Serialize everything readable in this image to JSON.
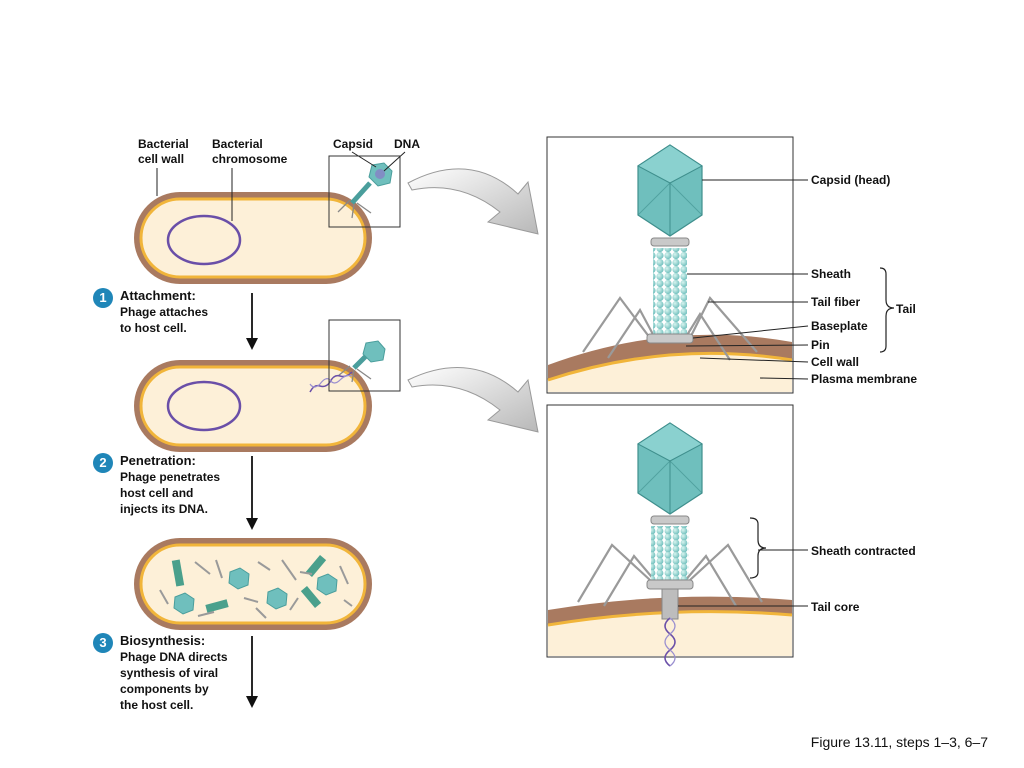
{
  "labels": {
    "bacterial_cell_wall": "Bacterial\ncell wall",
    "bacterial_chromosome": "Bacterial\nchromosome",
    "capsid": "Capsid",
    "dna": "DNA",
    "capsid_head": "Capsid (head)",
    "sheath": "Sheath",
    "tail_fiber": "Tail fiber",
    "tail": "Tail",
    "baseplate": "Baseplate",
    "pin": "Pin",
    "cell_wall": "Cell wall",
    "plasma_membrane": "Plasma membrane",
    "sheath_contracted": "Sheath contracted",
    "tail_core": "Tail core"
  },
  "steps": [
    {
      "number": "1",
      "title": "Attachment:",
      "description": "Phage attaches\nto host cell."
    },
    {
      "number": "2",
      "title": "Penetration:",
      "description": "Phage penetrates\nhost cell and\ninjects its DNA."
    },
    {
      "number": "3",
      "title": "Biosynthesis:",
      "description": "Phage DNA directs\nsynthesis of viral\ncomponents by\nthe host cell."
    }
  ],
  "caption": "Figure 13.11, steps 1–3, 6–7",
  "colors": {
    "capsid": "#6fbfbd",
    "capsid_dark": "#4a9e9c",
    "cell_wall": "#a97a60",
    "cell_inner": "#fdf0d8",
    "membrane": "#f1b53a",
    "chromosome": "#6a4fa8",
    "badge": "#1f86b8"
  }
}
